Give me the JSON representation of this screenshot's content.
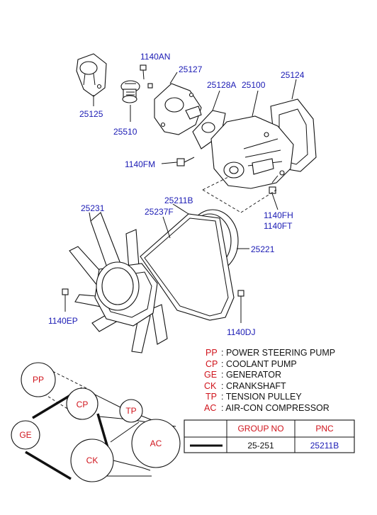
{
  "part_numbers": {
    "p1140AN": "1140AN",
    "p25127": "25127",
    "p25124": "25124",
    "p25128A": "25128A",
    "p25100": "25100",
    "p25125": "25125",
    "p25510": "25510",
    "p1140FM": "1140FM",
    "p25211B": "25211B",
    "p25231": "25231",
    "p25237F": "25237F",
    "p1140FH": "1140FH",
    "p1140FT": "1140FT",
    "p25221": "25221",
    "p1140EP": "1140EP",
    "p1140DJ": "1140DJ"
  },
  "legend": [
    {
      "code": "PP",
      "desc": ": POWER STEERING PUMP"
    },
    {
      "code": "CP",
      "desc": ": COOLANT PUMP"
    },
    {
      "code": "GE",
      "desc": ": GENERATOR"
    },
    {
      "code": "CK",
      "desc": ": CRANKSHAFT"
    },
    {
      "code": "TP",
      "desc": ": TENSION PULLEY"
    },
    {
      "code": "AC",
      "desc": ": AIR-CON COMPRESSOR"
    }
  ],
  "pulleys": {
    "pp": "PP",
    "cp": "CP",
    "ge": "GE",
    "ck": "CK",
    "tp": "TP",
    "ac": "AC"
  },
  "table": {
    "headers": [
      "GROUP NO",
      "PNC"
    ],
    "row": {
      "group_no": "25-251",
      "pnc": "25211B"
    }
  },
  "colors": {
    "part_number": "#1a1ab4",
    "code": "#d0141c",
    "line": "#111111"
  }
}
